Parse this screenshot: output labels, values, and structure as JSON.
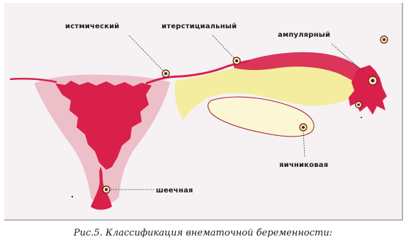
{
  "diagram": {
    "labels": {
      "isthmic": "истмический",
      "interstitial": "итерстициальный",
      "ampullary": "ампулярный",
      "ovarian": "яичниковая",
      "cervical": "шеечная"
    },
    "caption": "Рис.5. Классификация внематочной беременности:",
    "colors": {
      "tissue_red": "#d8204a",
      "tissue_pink": "#e9aebb",
      "tube_yellow": "#f3ec9a",
      "outline": "#a0182f",
      "background": "#f6f2f4"
    }
  }
}
